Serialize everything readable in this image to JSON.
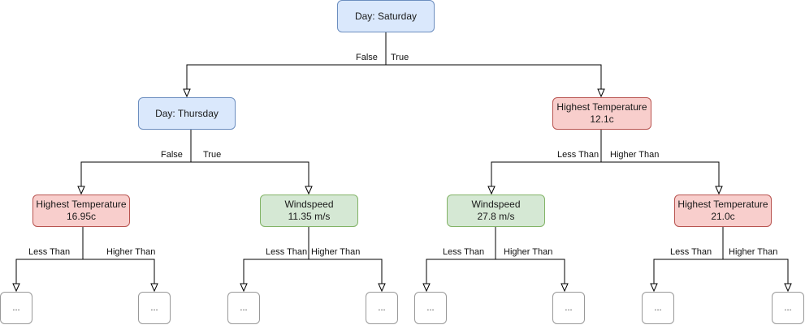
{
  "nodes": {
    "root": {
      "line1": "Day: Saturday",
      "line2": ""
    },
    "left": {
      "line1": "Day: Thursday",
      "line2": ""
    },
    "right": {
      "line1": "Highest Temperature",
      "line2": "12.1c"
    },
    "ll": {
      "line1": "Highest Temperature",
      "line2": "16.95c"
    },
    "lr": {
      "line1": "Windspeed",
      "line2": "11.35 m/s"
    },
    "rl": {
      "line1": "Windspeed",
      "line2": "27.8 m/s"
    },
    "rr": {
      "line1": "Highest Temperature",
      "line2": "21.0c"
    },
    "leaf": "..."
  },
  "edges": {
    "root": {
      "left": "False",
      "right": "True"
    },
    "left": {
      "left": "False",
      "right": "True"
    },
    "right": {
      "left": "Less Than",
      "right": "Higher Than"
    },
    "ll": {
      "left": "Less Than",
      "right": "Higher Than"
    },
    "lr": {
      "left": "Less Than",
      "right": "Higher Than"
    },
    "rl": {
      "left": "Less Than",
      "right": "Higher Than"
    },
    "rr": {
      "left": "Less Than",
      "right": "Higher Than"
    }
  }
}
